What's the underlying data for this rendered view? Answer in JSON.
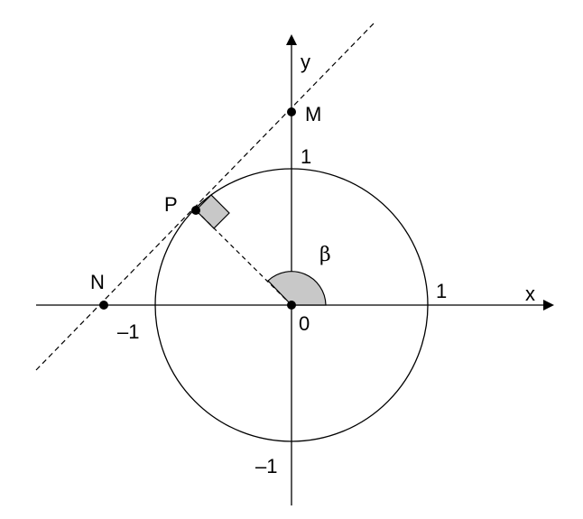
{
  "labels": {
    "x_axis": "x",
    "y_axis": "y",
    "origin": "0",
    "x_pos_one": "1",
    "x_neg_one": "–1",
    "y_pos_one": "1",
    "y_neg_one": "–1",
    "point_p": "P",
    "point_m": "M",
    "point_n": "N",
    "angle": "β"
  },
  "colors": {
    "stroke": "#000000",
    "fill_gray": "#c8c8c8",
    "background": "#ffffff"
  }
}
